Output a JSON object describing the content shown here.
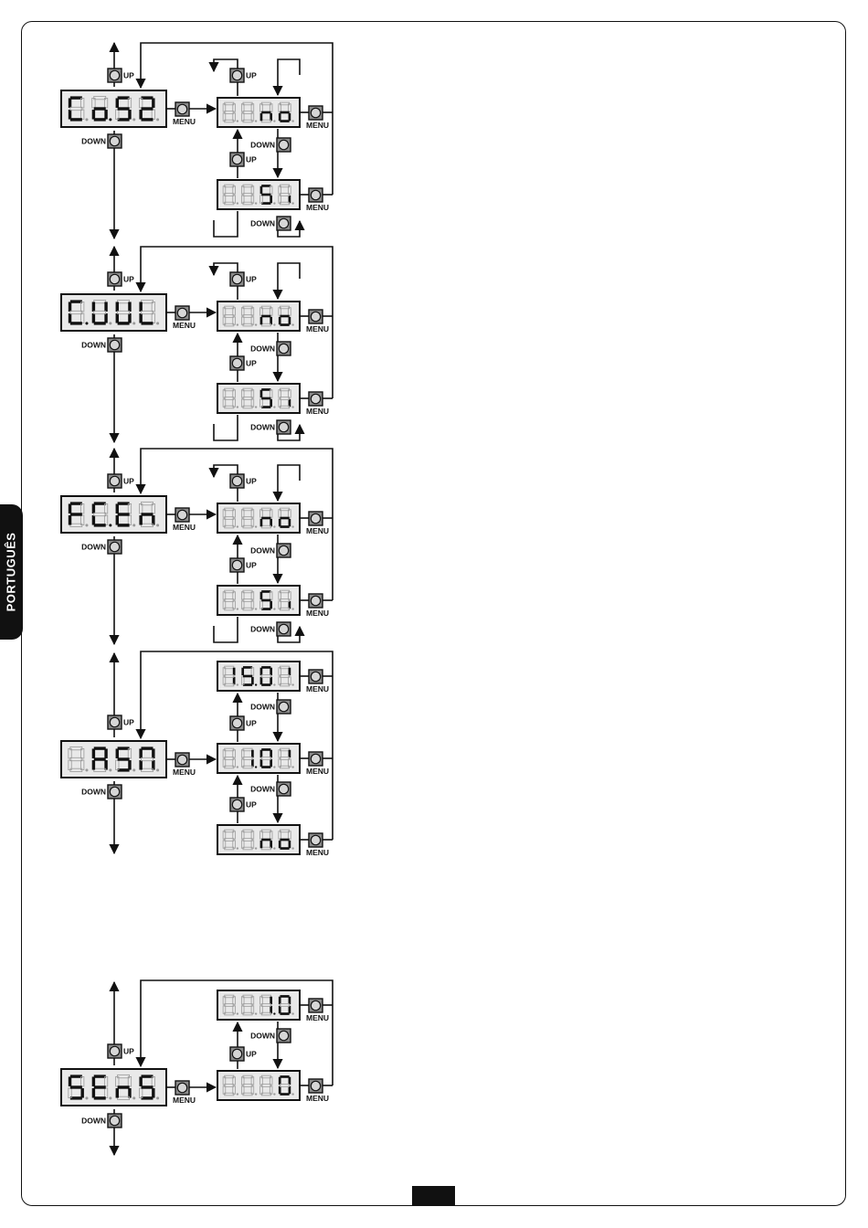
{
  "language_tab": "PORTUGUÊS",
  "labels": {
    "up": "UP",
    "down": "DOWN",
    "menu": "MENU"
  },
  "colors": {
    "display_bg": "#e9e9e9",
    "segment_on": "#111111",
    "segment_off": "#9a9a9a",
    "button_bg": "#8c8c8c",
    "line": "#111111"
  },
  "sections": [
    {
      "id": "cos2",
      "main": "Co.S2",
      "options": [
        "no",
        "Si"
      ],
      "cycle_arrows": true
    },
    {
      "id": "cvul",
      "main": "C.UUL",
      "options": [
        "no",
        "Si"
      ],
      "cycle_arrows": true
    },
    {
      "id": "fcen",
      "main": "FC.En",
      "options": [
        "no",
        "Si"
      ],
      "cycle_arrows": true
    },
    {
      "id": "asm",
      "main": "ASM",
      "options": [
        "15.0'",
        "1.0'",
        "no"
      ],
      "cycle_arrows": false
    },
    {
      "id": "sens",
      "main": "SEnS",
      "options": [
        "1.0",
        "0"
      ],
      "cycle_arrows": false
    }
  ]
}
